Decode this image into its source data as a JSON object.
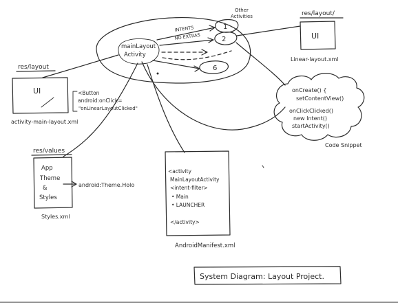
{
  "main_activity": {
    "line1": "mainLayout",
    "line2": "Activity"
  },
  "other_activities": {
    "line1": "Other",
    "line2": "Activities"
  },
  "intents": {
    "label": "INTENTS",
    "extras": "NO EXTRAS"
  },
  "activity_nodes": [
    "1",
    "2",
    "6"
  ],
  "res_layout_left": {
    "folder": "res/layout",
    "box": "UI",
    "filename": "activity-main-layout.xml"
  },
  "button_snippet": {
    "line1": "<Button",
    "line2": "android:onClick=",
    "line3": "\"onLinearLayoutClicked\""
  },
  "res_layout_right": {
    "folder": "res/layout/",
    "box": "UI",
    "filename": "Linear-layout.xml"
  },
  "code_snippet": {
    "lines": [
      "onCreate() {",
      "setContentView()",
      "onClickClicked()",
      "new Intent()",
      "startActivity()"
    ],
    "label": "Code Snippet"
  },
  "res_values": {
    "folder": "res/values",
    "line1": "App",
    "line2": "Theme",
    "line3": "&",
    "line4": "Styles",
    "theme_ref": "android:Theme.Holo",
    "filename": "Styles.xml"
  },
  "manifest": {
    "lines": [
      "<activity",
      "MainLayoutActivity",
      "<intent-filter>",
      "• Main",
      "• LAUNCHER",
      "</activity>"
    ],
    "filename": "AndroidManifest.xml"
  },
  "title": "System Diagram: Layout Project."
}
